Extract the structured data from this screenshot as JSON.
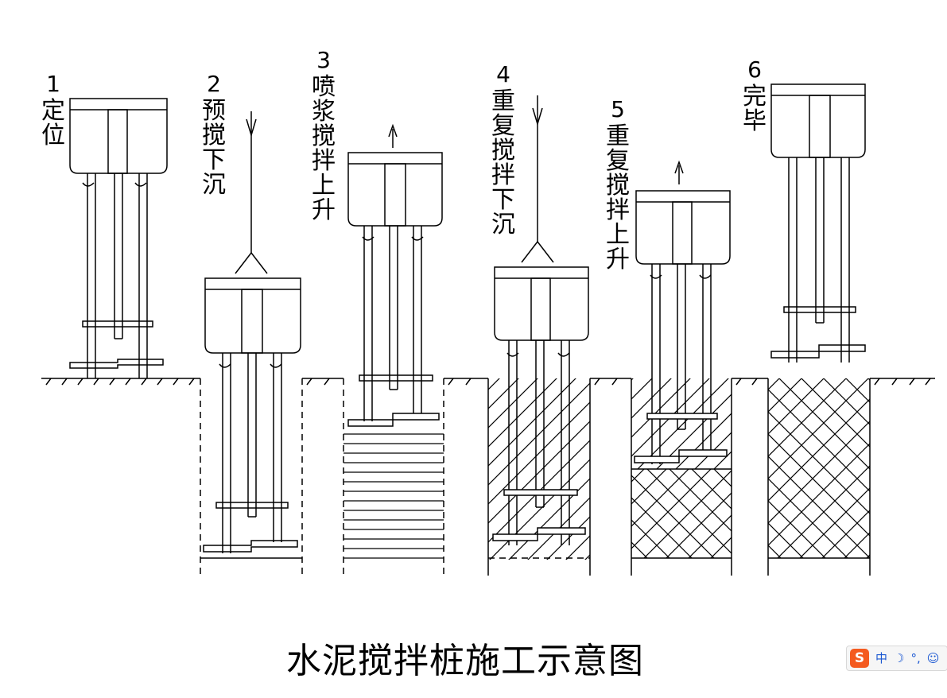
{
  "steps": [
    {
      "num": "1",
      "label": "定位"
    },
    {
      "num": "2",
      "label": "预搅下沉"
    },
    {
      "num": "3",
      "label": "喷浆搅拌上升"
    },
    {
      "num": "4",
      "label": "重复搅拌下沉"
    },
    {
      "num": "5",
      "label": "重复搅拌上升"
    },
    {
      "num": "6",
      "label": "完毕"
    }
  ],
  "caption": "水泥搅拌桩施工示意图",
  "ime_toolbar": {
    "logo": "S",
    "mode": "中",
    "items": [
      "☽",
      "°,",
      "☺"
    ],
    "logo_color": "#f45a1f",
    "item_color": "#1a57d2"
  }
}
